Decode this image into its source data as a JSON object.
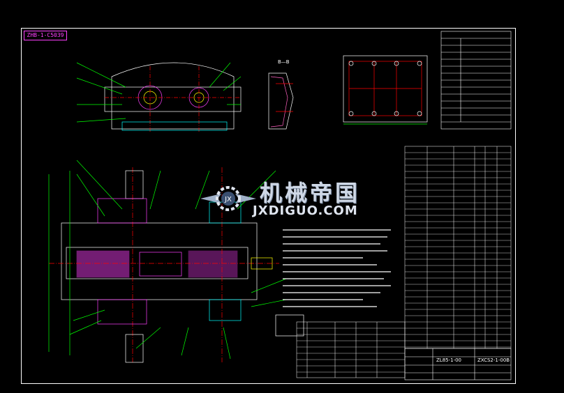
{
  "drawing": {
    "sheet_code": "ZHB-1-C5039",
    "watermark": {
      "site_name_cn": "机械帝国",
      "site_url": "JXDIGUO.COM"
    },
    "section_label": "B—B",
    "title_block": {
      "drawing_name": "ZL85-1-00",
      "drawing_number": "ZXCS2-1-00B"
    }
  },
  "colors": {
    "background": "#000000",
    "outline": "#ffffff",
    "centerline": "#ff0000",
    "dimension": "#00ff00",
    "part_magenta": "#ff40ff",
    "part_yellow": "#ffff00",
    "part_cyan": "#00ffff",
    "hatch_pink": "#ff60c0"
  }
}
